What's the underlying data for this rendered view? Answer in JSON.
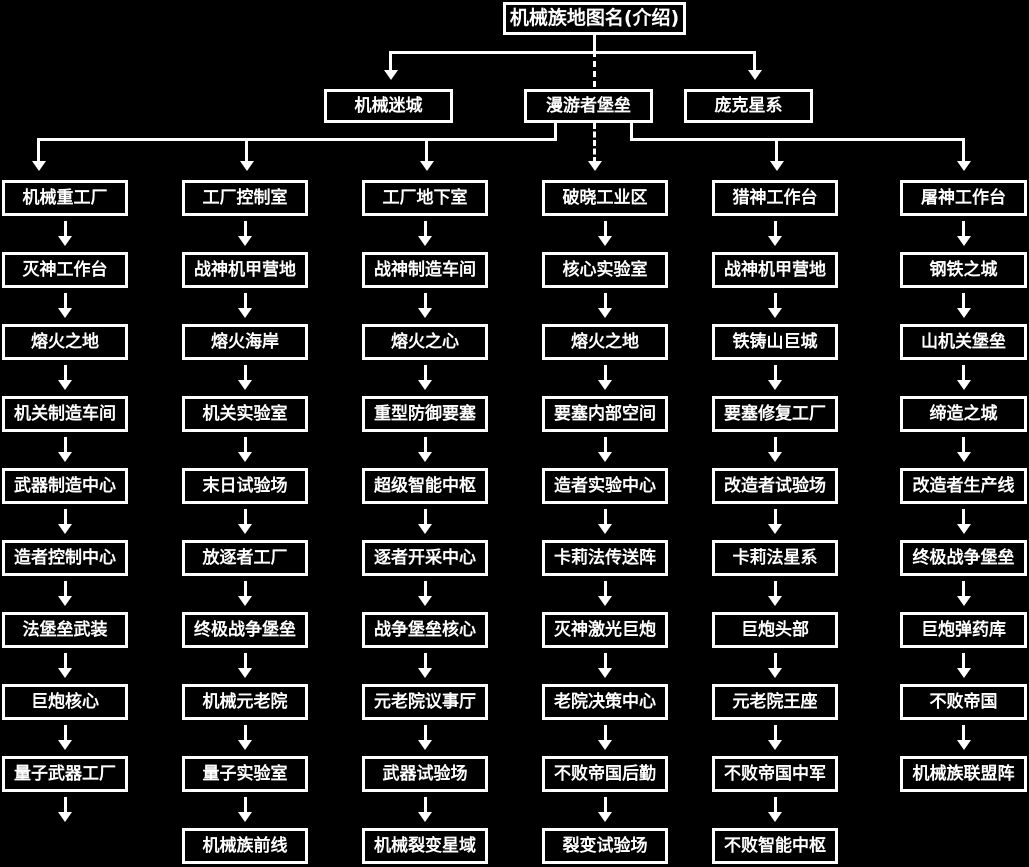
{
  "diagram": {
    "title": "机械族地图名(介绍)",
    "type": "flowchart",
    "root": {
      "label": "机械族地图名(介绍)"
    },
    "tier2": [
      {
        "label": "机械迷城"
      },
      {
        "label": "漫游者堡垒"
      },
      {
        "label": "庞克星系"
      }
    ],
    "columns": [
      {
        "header": "机械重工厂",
        "nodes": [
          "机械重工厂",
          "灭神工作台",
          "熔火之地",
          "机关制造车间",
          "武器制造中心",
          "造者控制中心",
          "法堡垒武装",
          "巨炮核心",
          "量子武器工厂"
        ]
      },
      {
        "header": "工厂控制室",
        "nodes": [
          "工厂控制室",
          "战神机甲营地",
          "熔火海岸",
          "机关实验室",
          "末日试验场",
          "放逐者工厂",
          "终极战争堡垒",
          "机械元老院",
          "量子实验室",
          "机械族前线"
        ]
      },
      {
        "header": "工厂地下室",
        "nodes": [
          "工厂地下室",
          "战神制造车间",
          "熔火之心",
          "重型防御要塞",
          "超级智能中枢",
          "逐者开采中心",
          "战争堡垒核心",
          "元老院议事厅",
          "武器试验场",
          "机械裂变星域"
        ]
      },
      {
        "header": "破晓工业区",
        "nodes": [
          "破晓工业区",
          "核心实验室",
          "熔火之地",
          "要塞内部空间",
          "造者实验中心",
          "卡莉法传送阵",
          "灭神激光巨炮",
          "老院决策中心",
          "不败帝国后勤",
          "裂变试验场"
        ]
      },
      {
        "header": "猎神工作台",
        "nodes": [
          "猎神工作台",
          "战神机甲营地",
          "铁铸山巨城",
          "要塞修复工厂",
          "改造者试验场",
          "卡莉法星系",
          "巨炮头部",
          "元老院王座",
          "不败帝国中军",
          "不败智能中枢"
        ]
      },
      {
        "header": "屠神工作台",
        "nodes": [
          "屠神工作台",
          "钢铁之城",
          "山机关堡垒",
          "缔造之城",
          "改造者生产线",
          "终极战争堡垒",
          "巨炮弹药库",
          "不败帝国",
          "机械族联盟阵"
        ]
      }
    ],
    "colors": {
      "background": "#000000",
      "box_border": "#ffffff",
      "box_fill": "#000000",
      "text": "#ffffff",
      "connector": "#ffffff"
    }
  }
}
